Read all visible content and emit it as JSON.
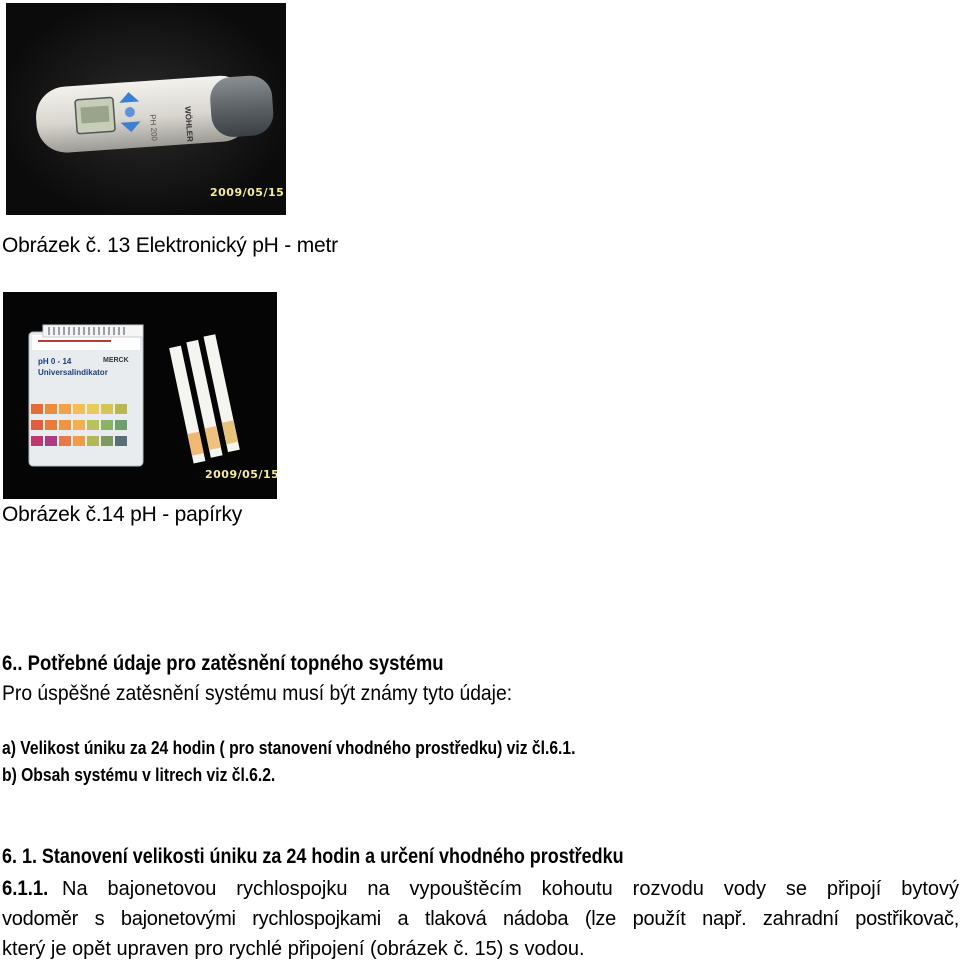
{
  "figure13": {
    "stamp": "2009/05/15",
    "device_text": "PH 200",
    "brand_text": "WÖHLER",
    "caption": "Obrázek č. 13  Elektronický  pH - metr"
  },
  "figure14": {
    "stamp": "2009/05/15",
    "box_line1": "pH 0 - 14",
    "box_line2": "Universalindikator",
    "box_brand": "MERCK",
    "caption": "Obrázek č.14 pH - papírky"
  },
  "section6": {
    "heading": "6..  Potřebné údaje pro zatěsnění topného systému",
    "intro": "Pro úspěšné zatěsnění systému musí být známy  tyto údaje:",
    "item_a": "a) Velikost úniku za 24 hodin ( pro stanovení vhodného prostředku) viz čl.6.1.",
    "item_b": "b) Obsah systému v litrech viz čl.6.2."
  },
  "section61": {
    "heading": "6. 1. Stanovení velikosti úniku za  24 hodin a určení vhodného prostředku",
    "p_number": "6.1.1.",
    "line1": "Na bajonetovou rychlospojku na vypouštěcím kohoutu rozvodu vody se připojí bytový",
    "line2": "vodoměr s bajonetovými rychlospojkami a tlaková nádoba (lze použít např. zahradní postřikovač,",
    "line3": "který je opět upraven pro rychlé připojení (obrázek  č. 15) s vodou."
  }
}
